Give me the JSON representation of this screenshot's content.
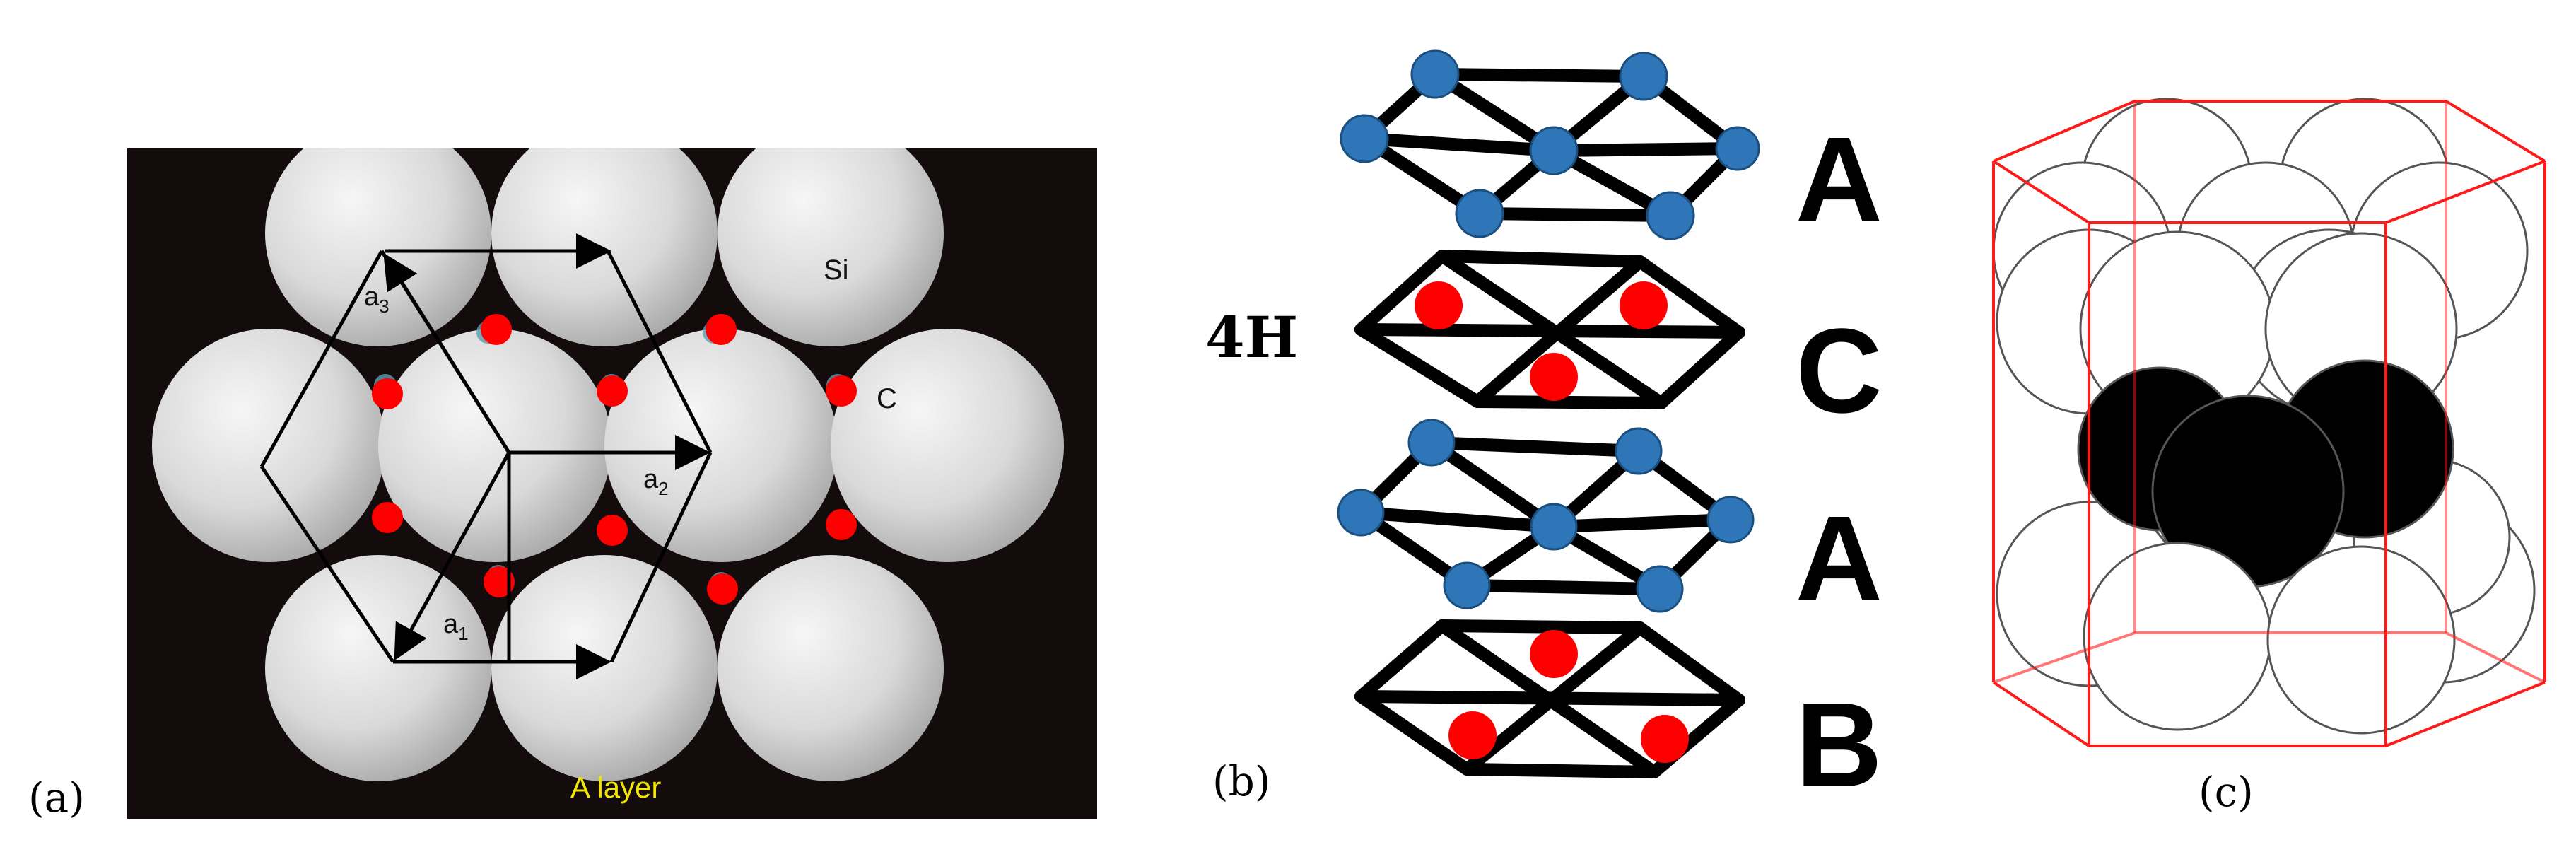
{
  "panels": {
    "a": {
      "caption": "(a)",
      "layer_label": "A layer",
      "atom_si": "Si",
      "atom_c": "C",
      "vectors": {
        "a1": "a",
        "a1_sub": "1",
        "a2": "a",
        "a2_sub": "2",
        "a3": "a",
        "a3_sub": "3"
      }
    },
    "b": {
      "caption": "(b)",
      "polytype": "4H",
      "layers": [
        "A",
        "C",
        "A",
        "B"
      ]
    },
    "c": {
      "caption": "(c)"
    }
  },
  "colors": {
    "panel_a_background": "#140c0c",
    "si_atom": "#d8d8d8",
    "c_atom": "#ff0000",
    "blue_atom": "#2e76b8",
    "label_yellow": "#f2e600",
    "cell_outline": "#ff1a1a",
    "black_sphere": "#000000"
  }
}
